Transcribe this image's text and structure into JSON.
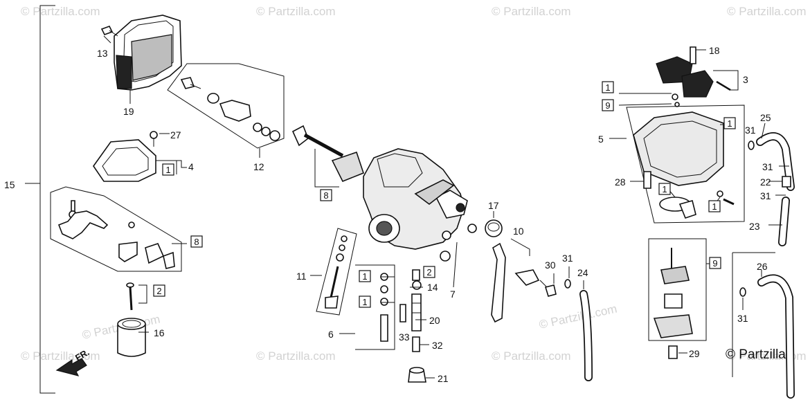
{
  "watermark_text": "© Partzilla.com",
  "brand_logo": "© Partzilla",
  "direction_label": "FR.",
  "callouts": [
    {
      "id": "c13",
      "text": "13"
    },
    {
      "id": "c19",
      "text": "19"
    },
    {
      "id": "c12",
      "text": "12"
    },
    {
      "id": "c27",
      "text": "27"
    },
    {
      "id": "c4",
      "text": "4"
    },
    {
      "id": "c15",
      "text": "15"
    },
    {
      "id": "c8b",
      "text": "8"
    },
    {
      "id": "c2a",
      "text": "2"
    },
    {
      "id": "c16",
      "text": "16"
    },
    {
      "id": "c8a",
      "text": "8"
    },
    {
      "id": "c11",
      "text": "11"
    },
    {
      "id": "c6",
      "text": "6"
    },
    {
      "id": "c33",
      "text": "33"
    },
    {
      "id": "c14",
      "text": "14"
    },
    {
      "id": "c20",
      "text": "20"
    },
    {
      "id": "c32",
      "text": "32"
    },
    {
      "id": "c21",
      "text": "21"
    },
    {
      "id": "c7",
      "text": "7"
    },
    {
      "id": "c17",
      "text": "17"
    },
    {
      "id": "c10",
      "text": "10"
    },
    {
      "id": "c30",
      "text": "30"
    },
    {
      "id": "c31a",
      "text": "31"
    },
    {
      "id": "c24",
      "text": "24"
    },
    {
      "id": "c18",
      "text": "18"
    },
    {
      "id": "c3",
      "text": "3"
    },
    {
      "id": "c5",
      "text": "5"
    },
    {
      "id": "c25",
      "text": "25"
    },
    {
      "id": "c31b",
      "text": "31"
    },
    {
      "id": "c31c",
      "text": "31"
    },
    {
      "id": "c22",
      "text": "22"
    },
    {
      "id": "c31d",
      "text": "31"
    },
    {
      "id": "c28",
      "text": "28"
    },
    {
      "id": "c23",
      "text": "23"
    },
    {
      "id": "c9c",
      "text": "9"
    },
    {
      "id": "c26",
      "text": "26"
    },
    {
      "id": "c31e",
      "text": "31"
    },
    {
      "id": "c29",
      "text": "29"
    }
  ],
  "boxed_refs": [
    {
      "id": "b1a",
      "text": "1"
    },
    {
      "id": "b2b",
      "text": "2"
    },
    {
      "id": "b1b",
      "text": "1"
    },
    {
      "id": "b1c",
      "text": "1"
    },
    {
      "id": "b1d",
      "text": "1"
    },
    {
      "id": "b9a",
      "text": "9"
    },
    {
      "id": "b1e",
      "text": "1"
    },
    {
      "id": "b1f",
      "text": "1"
    },
    {
      "id": "b1g",
      "text": "1"
    }
  ]
}
